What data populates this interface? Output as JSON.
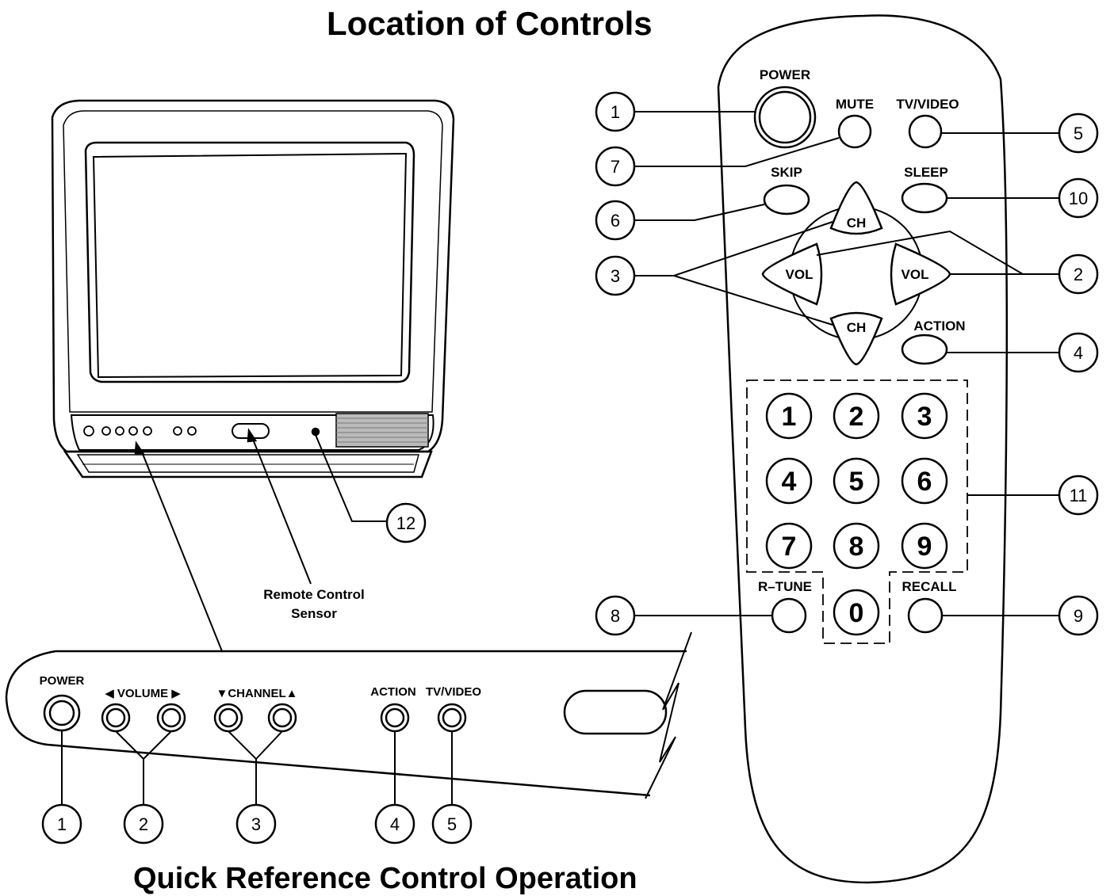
{
  "title": "Location of Controls",
  "footer_title": "Quick Reference Control Operation",
  "tv": {
    "sensor_label_line1": "Remote Control",
    "sensor_label_line2": "Sensor",
    "headphone_callout": "12"
  },
  "front_panel": {
    "power_label": "POWER",
    "volume_label": "◀ VOLUME ▶",
    "channel_label": "▼CHANNEL▲",
    "action_label": "ACTION",
    "tvvideo_label": "TV/VIDEO",
    "callouts": [
      "1",
      "2",
      "3",
      "4",
      "5"
    ]
  },
  "remote": {
    "power_label": "POWER",
    "mute_label": "MUTE",
    "tvvideo_label": "TV/VIDEO",
    "skip_label": "SKIP",
    "sleep_label": "SLEEP",
    "ch_label": "CH",
    "vol_label": "VOL",
    "action_label": "ACTION",
    "rtune_label": "R–TUNE",
    "recall_label": "RECALL",
    "keypad": [
      "1",
      "2",
      "3",
      "4",
      "5",
      "6",
      "7",
      "8",
      "9",
      "0"
    ],
    "callouts_left": [
      "1",
      "7",
      "6",
      "3",
      "8"
    ],
    "callouts_right": [
      "5",
      "10",
      "2",
      "4",
      "11",
      "9"
    ]
  }
}
